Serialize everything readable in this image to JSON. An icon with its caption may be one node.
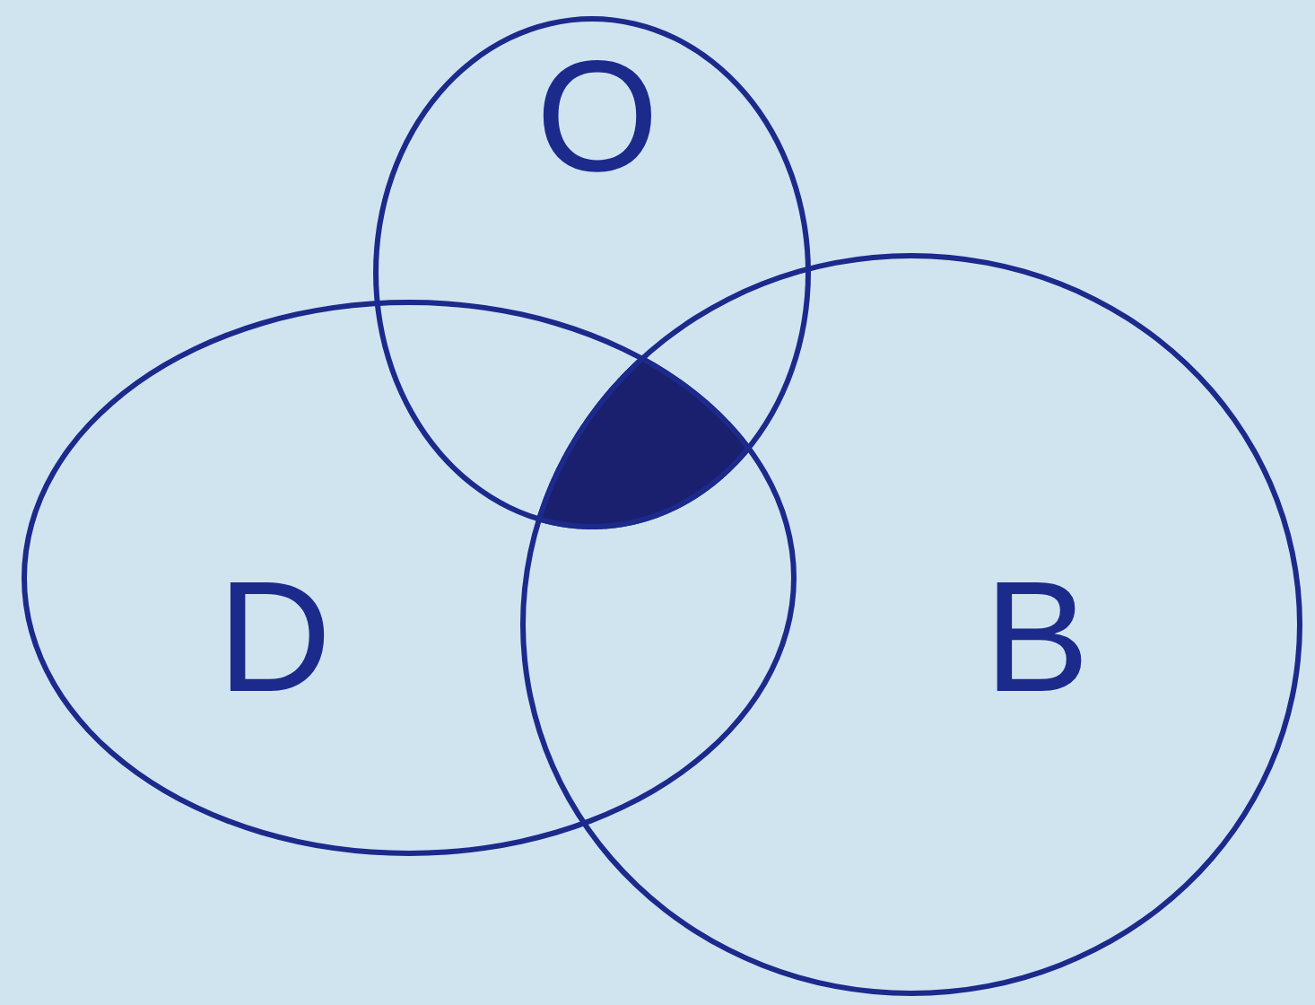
{
  "diagram": {
    "nodes": [
      {
        "text": [
          "O"
        ]
      },
      {
        "text": [
          "D"
        ]
      },
      {
        "text": [
          "B"
        ]
      },
      {
        "text": [],
        "shape": "region"
      }
    ]
  }
}
